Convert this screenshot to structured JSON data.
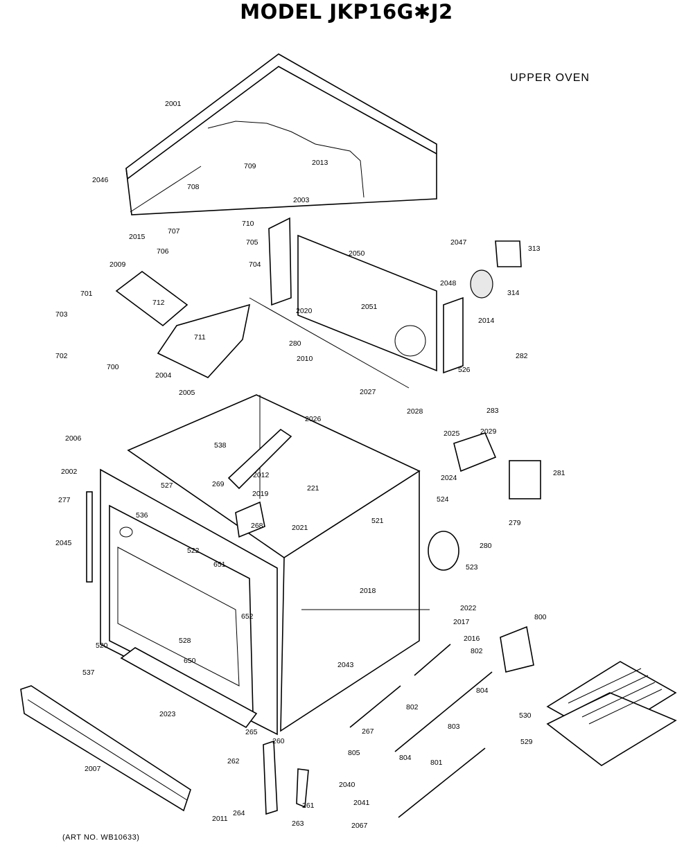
{
  "header": {
    "title": "MODEL JKP16G✱J2",
    "section": "UPPER OVEN"
  },
  "footer": {
    "art_no": "(ART NO. WB10633)"
  },
  "parts": [
    {
      "label": "2001"
    },
    {
      "label": "2013"
    },
    {
      "label": "2046"
    },
    {
      "label": "709"
    },
    {
      "label": "708"
    },
    {
      "label": "2015"
    },
    {
      "label": "707"
    },
    {
      "label": "710"
    },
    {
      "label": "2003"
    },
    {
      "label": "2047"
    },
    {
      "label": "313"
    },
    {
      "label": "706"
    },
    {
      "label": "705"
    },
    {
      "label": "2050"
    },
    {
      "label": "2009"
    },
    {
      "label": "704"
    },
    {
      "label": "2048"
    },
    {
      "label": "314"
    },
    {
      "label": "701"
    },
    {
      "label": "712"
    },
    {
      "label": "2051"
    },
    {
      "label": "2020"
    },
    {
      "label": "2014"
    },
    {
      "label": "703"
    },
    {
      "label": "711"
    },
    {
      "label": "702"
    },
    {
      "label": "280"
    },
    {
      "label": "700"
    },
    {
      "label": "2010"
    },
    {
      "label": "282"
    },
    {
      "label": "526"
    },
    {
      "label": "2004"
    },
    {
      "label": "2005"
    },
    {
      "label": "2027"
    },
    {
      "label": "283"
    },
    {
      "label": "2028"
    },
    {
      "label": "2026"
    },
    {
      "label": "2025"
    },
    {
      "label": "2029"
    },
    {
      "label": "2006"
    },
    {
      "label": "538"
    },
    {
      "label": "2002"
    },
    {
      "label": "2012"
    },
    {
      "label": "2024"
    },
    {
      "label": "281"
    },
    {
      "label": "527"
    },
    {
      "label": "269"
    },
    {
      "label": "277"
    },
    {
      "label": "2019"
    },
    {
      "label": "221"
    },
    {
      "label": "524"
    },
    {
      "label": "536"
    },
    {
      "label": "521"
    },
    {
      "label": "268"
    },
    {
      "label": "279"
    },
    {
      "label": "2045"
    },
    {
      "label": "2021"
    },
    {
      "label": "522"
    },
    {
      "label": "280"
    },
    {
      "label": "651"
    },
    {
      "label": "523"
    },
    {
      "label": "652"
    },
    {
      "label": "2018"
    },
    {
      "label": "2022"
    },
    {
      "label": "2017"
    },
    {
      "label": "800"
    },
    {
      "label": "520"
    },
    {
      "label": "528"
    },
    {
      "label": "2016"
    },
    {
      "label": "802"
    },
    {
      "label": "650"
    },
    {
      "label": "2043"
    },
    {
      "label": "537"
    },
    {
      "label": "804"
    },
    {
      "label": "2023"
    },
    {
      "label": "802"
    },
    {
      "label": "530"
    },
    {
      "label": "803"
    },
    {
      "label": "267"
    },
    {
      "label": "265"
    },
    {
      "label": "529"
    },
    {
      "label": "260"
    },
    {
      "label": "805"
    },
    {
      "label": "804"
    },
    {
      "label": "262"
    },
    {
      "label": "801"
    },
    {
      "label": "2007"
    },
    {
      "label": "2040"
    },
    {
      "label": "261"
    },
    {
      "label": "2041"
    },
    {
      "label": "264"
    },
    {
      "label": "2011"
    },
    {
      "label": "263"
    },
    {
      "label": "2067"
    }
  ]
}
